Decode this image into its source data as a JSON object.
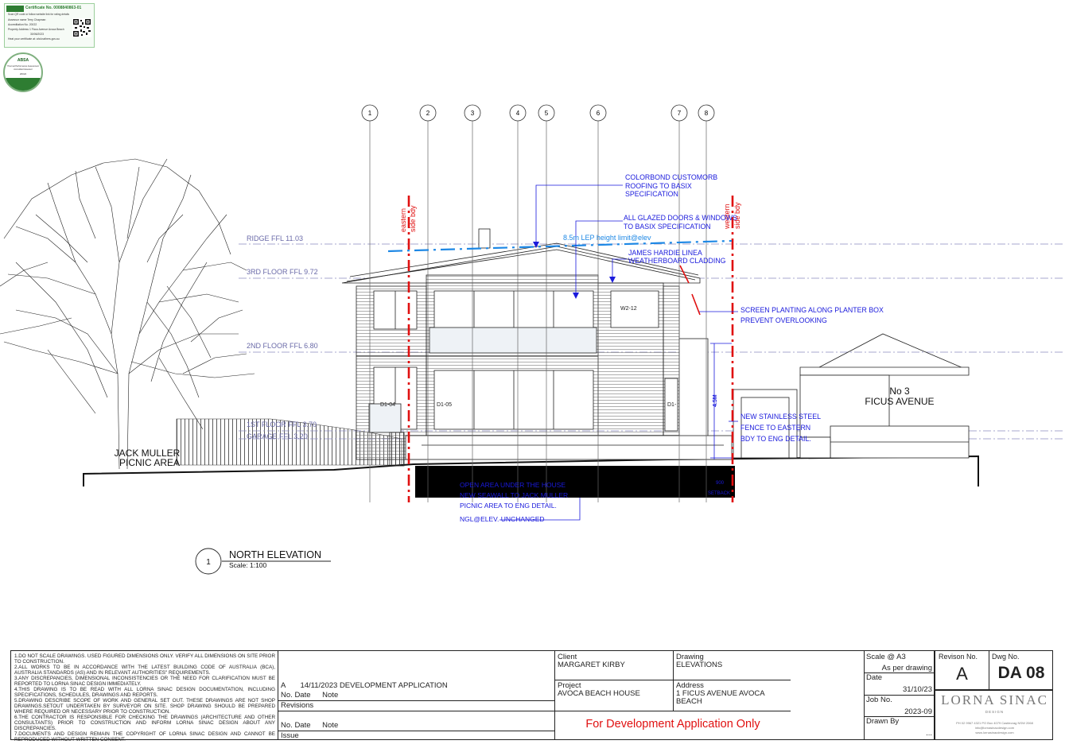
{
  "certificate": {
    "title": "Certificate No. 0008840863-01",
    "subtitle": "Scan QR code or follow website link for rating details",
    "rows": [
      {
        "label": "Assessor name",
        "value": "Terry Chapman"
      },
      {
        "label": "Accreditation No.",
        "value": "20022"
      },
      {
        "label": "Property Address",
        "value": "1 Ficus Avenue Avoca Beach"
      }
    ],
    "date": "30/06/2023",
    "footer": "Heat your certificate at: ahd.nathers.gov.au"
  },
  "seal": {
    "title": "ABSA",
    "lines": [
      "Thermal Performance Assessment",
      "Accredited Assessor"
    ],
    "number": "20022"
  },
  "gridlines": [
    "1",
    "2",
    "3",
    "4",
    "5",
    "6",
    "7",
    "8"
  ],
  "levels": [
    {
      "label": "RIDGE FFL 11.03"
    },
    {
      "label": "3RD FLOOR FFL 9.72"
    },
    {
      "label": "2ND FLOOR FFL 6.80"
    },
    {
      "label": "1ST FLOOR FFL 3.70"
    },
    {
      "label": "GARAGE FFL 3.20"
    }
  ],
  "setbacks": {
    "east": [
      "eastern",
      "side bdy"
    ],
    "west": [
      "western",
      "side bdy"
    ]
  },
  "lep_label": "8.5m LEP height limit@elev",
  "callouts": {
    "roofing": [
      "COLORBOND CUSTOMORB",
      "ROOFING TO BASIX",
      "SPECIFICATION"
    ],
    "glazing": [
      "ALL GLAZED DOORS & WINDOWS",
      "TO BASIX SPECIFICATION"
    ],
    "cladding": [
      "JAMES HARDIE LINEA",
      "WEATHERBOARD CLADDING"
    ],
    "screen": [
      "SCREEN PLANTING ALONG PLANTER BOX",
      "PREVENT OVERLOOKING"
    ],
    "fence": [
      "NEW STAINLESS STEEL",
      "FENCE TO EASTERN",
      "BDY TO ENG DETAIL."
    ],
    "open_area": [
      "OPEN AREA UNDER THE HOUSE",
      "NEW SEAWALL TO JACK MULLER",
      "PICNIC AREA TO ENG DETAIL."
    ],
    "ngl": "NGL@ELEV. UNCHANGED"
  },
  "window_tags": {
    "w2": "W2-12",
    "d1a": "D1-04",
    "d1b": "D1-05",
    "d1c": "D1-"
  },
  "dimension_45": "4.5M",
  "setback_dim": [
    "900",
    "SETBACK"
  ],
  "neighbour": [
    "No 3",
    "FICUS AVENUE"
  ],
  "picnic": [
    "JACK MULLER",
    "PICNIC AREA"
  ],
  "view_title": {
    "number": "1",
    "title": "NORTH ELEVATION",
    "scale": "Scale: 1:100"
  },
  "notes": [
    "1.DO NOT SCALE DRAWINGS. USED FIGURED DIMENSIONS ONLY. VERIFY ALL DIMENSIONS ON SITE PRIOR TO CONSTRUCTION.",
    "2.ALL WORKS TO BE IN ACCORDANCE WITH THE LATEST BUILDING CODE OF AUSTRALIA (BCA), AUSTRALIA STANDARDS (AS) AND IN RELEVANT AUTHORITIES\" REQUIREMENTS.",
    "3.ANY DISCREPANCIES, DIMENSIONAL INCONSISTENCIES OR THE NEED FOR CLARIFICATION MUST BE REPORTED TO LORNA SINAC DESIGN IMMEDIATELY.",
    "4.THIS DRAWING IS TO BE READ WITH ALL LORNA SINAC DESIGN DOCUMENTATION, INCLUDING SPECIFICATIONS, SCHEDULES, DRAWINGS AND REPORTS.",
    "5.DRAWING DESCRIBE SCOPE OF WORK AND GENERAL SET OUT. THESE DRAWINGS ARE NOT SHOP DRAWINGS.SETOUT UNDERTAKEN BY SURVEYOR ON SITE. SHOP DRAWING SHOULD BE PREPARED WHERE REQUIRED OR NECESSARY PRIOR TO CONSTRUCTION.",
    "6.THE CONTRACTOR IS RESPONSIBLE FOR CHECKING THE DRAWINGS (ARCHITECTURE AND OTHER CONSULTANTS) PRIOR TO CONSTRUCTION AND INFORM LORNA SINAC DESIGN ABOUT ANY DISCREPANCIES.",
    "7.DOCUMENTS AND DESIGN REMAIN THE COPYRIGHT OF LORNA SINAC DESIGN AND CANNOT BE REPRODUCED WITHOUT WRITTEN CONSENT."
  ],
  "revisions": {
    "row": {
      "rev": "A",
      "date": "14/11/2023",
      "note": "DEVELOPMENT APPLICATION"
    },
    "header": {
      "no": "No.",
      "date": "Date",
      "note": "Note"
    },
    "title": "Revisions",
    "issue_title": "Issue"
  },
  "client": {
    "label": "Client",
    "value": "MARGARET KIRBY"
  },
  "drawing": {
    "label": "Drawing",
    "value": "ELEVATIONS"
  },
  "project": {
    "label": "Project",
    "value": "AVOCA BEACH HOUSE"
  },
  "address": {
    "label": "Address",
    "value": [
      "1 FICUS AVENUE AVOCA",
      "BEACH"
    ]
  },
  "stamp": "For Development Application Only",
  "scale": {
    "label": "Scale @ A3",
    "value": "As per drawing"
  },
  "date": {
    "label": "Date",
    "value": "31/10/23"
  },
  "job": {
    "label": "Job No.",
    "value": "2023-09"
  },
  "drawn_by": {
    "label": "Drawn By",
    "value": "..."
  },
  "revision": {
    "label": "Revison No.",
    "value": "A"
  },
  "dwg": {
    "label": "Dwg No.",
    "value": "DA 08"
  },
  "firm": {
    "name": "LORNA SINAC",
    "sub": "DESIGN",
    "contact": [
      "PH 02 9967 4321 PO Box 4079 Castlecrag NSW 2068",
      "info@lornasinacdesign.com",
      "www.lornasinacdesign.com"
    ]
  },
  "colors": {
    "line": "#111111",
    "annotation": "#1a1adc",
    "level": "#6a6aa8",
    "setback": "#e01010",
    "lep": "#1e88e5"
  }
}
